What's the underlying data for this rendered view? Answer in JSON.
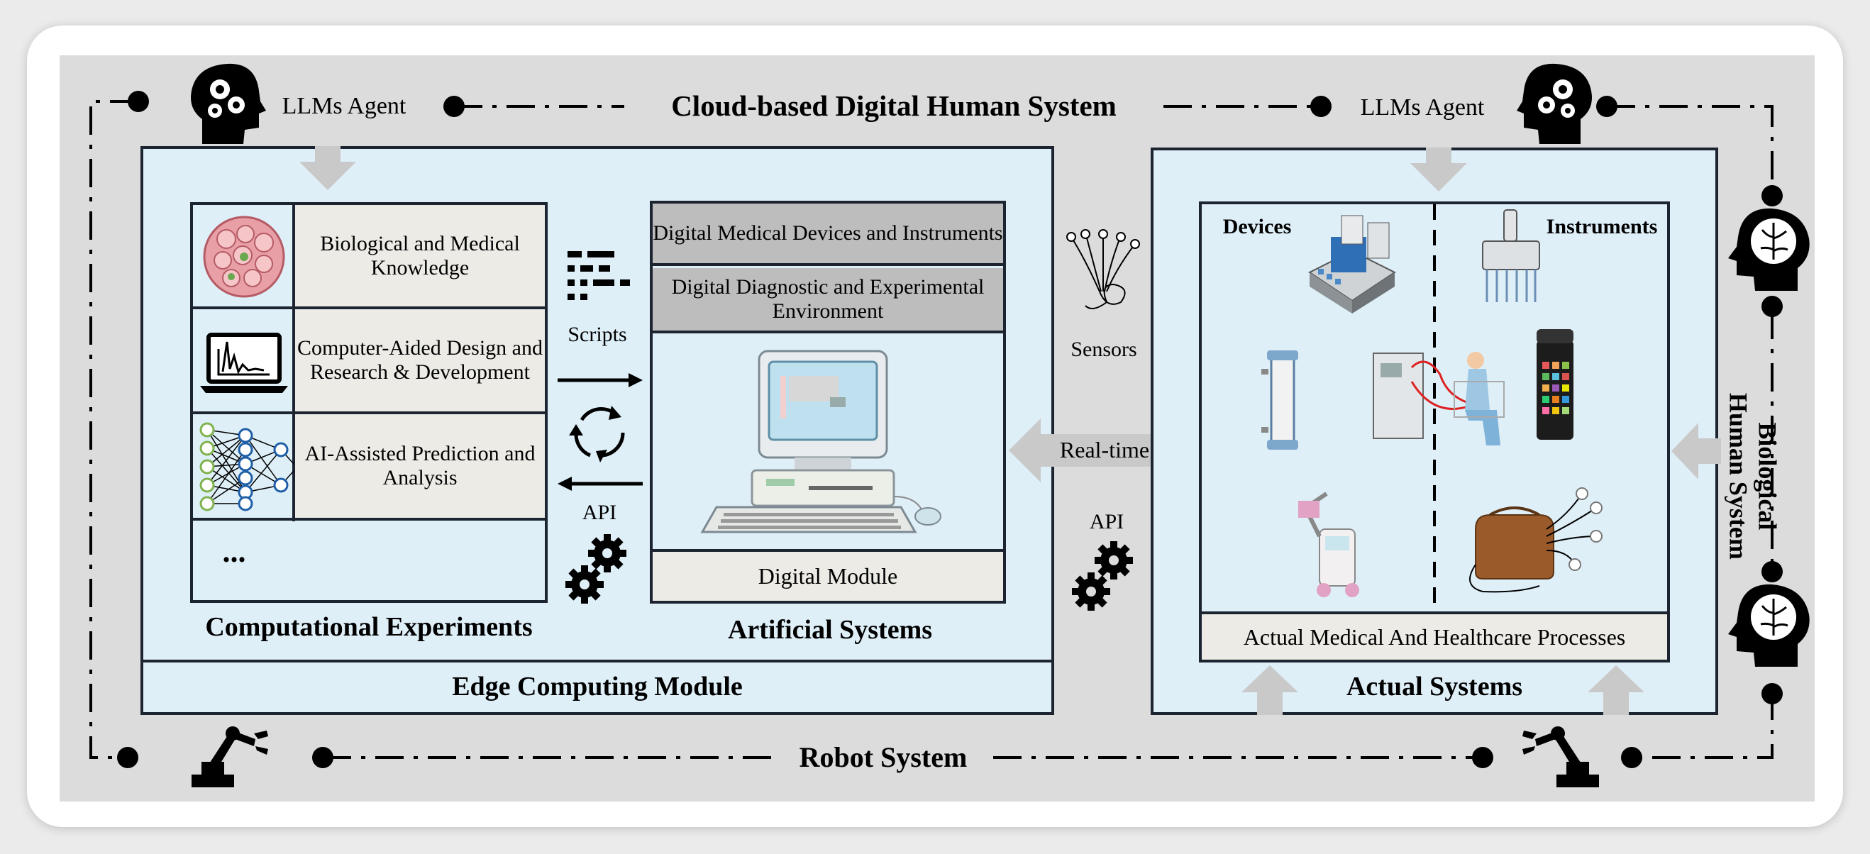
{
  "title": "Cloud-based Digital Human System",
  "llm_agent_left": "LLMs Agent",
  "llm_agent_right": "LLMs Agent",
  "robot_system": "Robot System",
  "biological_system": "Biological\nHuman System",
  "edge": {
    "bottom_label": "Edge Computing Module",
    "comp_title": "Computational Experiments",
    "art_title": "Artificial Systems",
    "comp_rows": [
      "Biological and Medical Knowledge",
      "Computer-Aided Design and Research & Development",
      "AI-Assisted Prediction and Analysis",
      "..."
    ],
    "scripts": "Scripts",
    "api": "API",
    "art_top1": "Digital Medical Devices and Instruments",
    "art_top2": "Digital Diagnostic and Experimental Environment",
    "art_bottom": "Digital Module"
  },
  "middle": {
    "sensors": "Sensors",
    "realtime": "Real-time",
    "api": "API"
  },
  "actual": {
    "title": "Actual Systems",
    "devices": "Devices",
    "instruments": "Instruments",
    "process": "Actual Medical And Healthcare Processes"
  },
  "icons": [
    "head-gears-icon",
    "brain-head-icon",
    "robot-arm-icon",
    "gear-icon",
    "cells-icon",
    "laptop-chart-icon",
    "neural-network-icon",
    "computer-icon",
    "sensors-icon",
    "cycle-arrows-icon",
    "script-icon"
  ]
}
